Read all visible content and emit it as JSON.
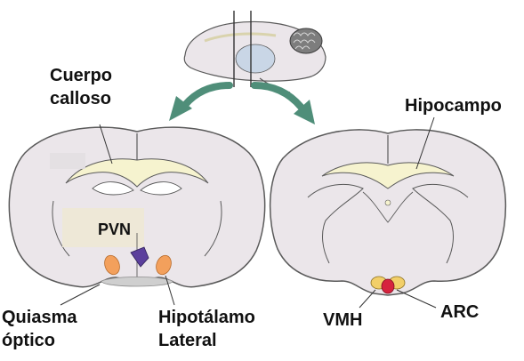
{
  "labels": {
    "cuerpo_calloso_line1": "Cuerpo",
    "cuerpo_calloso_line2": "calloso",
    "pvn": "PVN",
    "hipocampo": "Hipocampo",
    "quiasma_line1": "Quiasma",
    "quiasma_line2": "óptico",
    "hipotalamo_line1": "Hipotálamo",
    "hipotalamo_line2": "Lateral",
    "vmh": "VMH",
    "arc": "ARC"
  },
  "colors": {
    "brain_fill": "#ebe6ea",
    "brain_stroke": "#5a5a5a",
    "white_matter": "#f6f3cf",
    "arrow": "#4f8e79",
    "lateral_hypothalamus": "#f3a05c",
    "pvn": "#5b3f9c",
    "arc": "#d6233e",
    "vmh": "#f2cf69",
    "chiasm": "#cfcfcf",
    "cerebellum": "#7d7d7d"
  }
}
